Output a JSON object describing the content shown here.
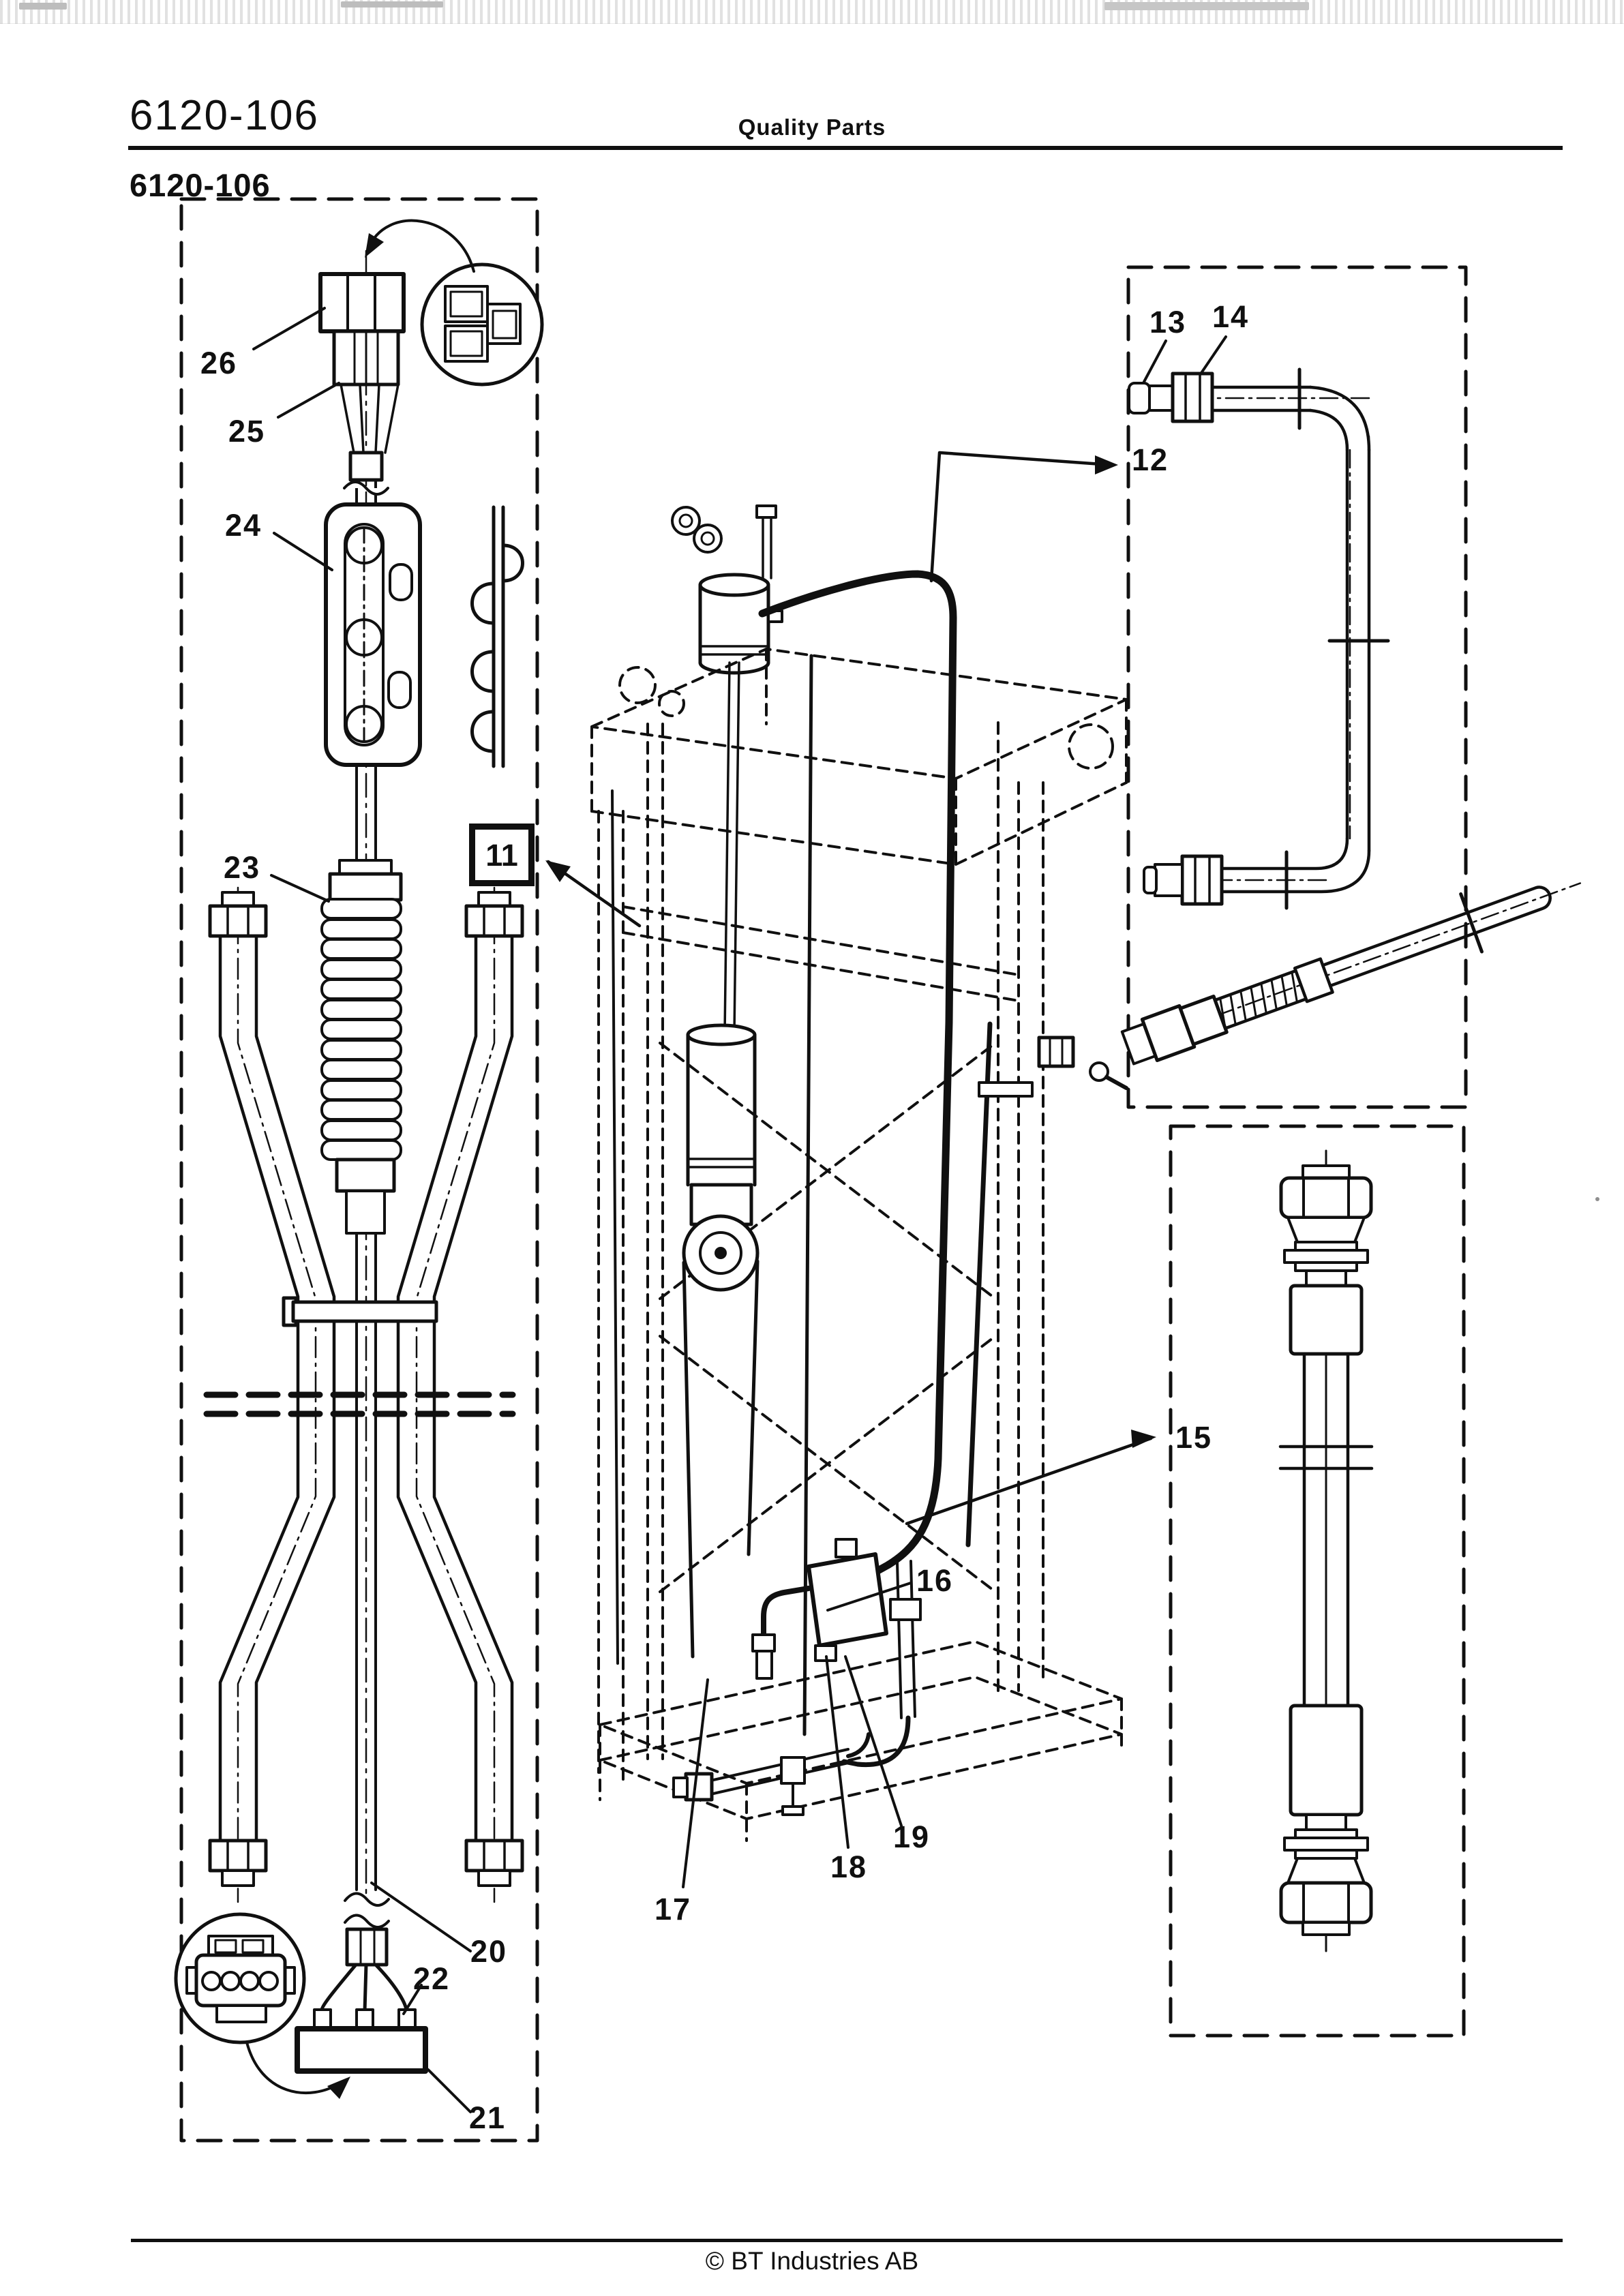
{
  "header": {
    "doc_number": "6120-106",
    "title": "Quality Parts",
    "section_number": "6120-106"
  },
  "footer": {
    "copyright": "© BT Industries AB"
  },
  "callouts": {
    "c11": "11",
    "c12": "12",
    "c13": "13",
    "c14": "14",
    "c15": "15",
    "c16": "16",
    "c17": "17",
    "c18": "18",
    "c19": "19",
    "c20": "20",
    "c21": "21",
    "c22": "22",
    "c23": "23",
    "c24": "24",
    "c25": "25",
    "c26": "26"
  },
  "colors": {
    "ink": "#101010",
    "paper": "#ffffff"
  }
}
